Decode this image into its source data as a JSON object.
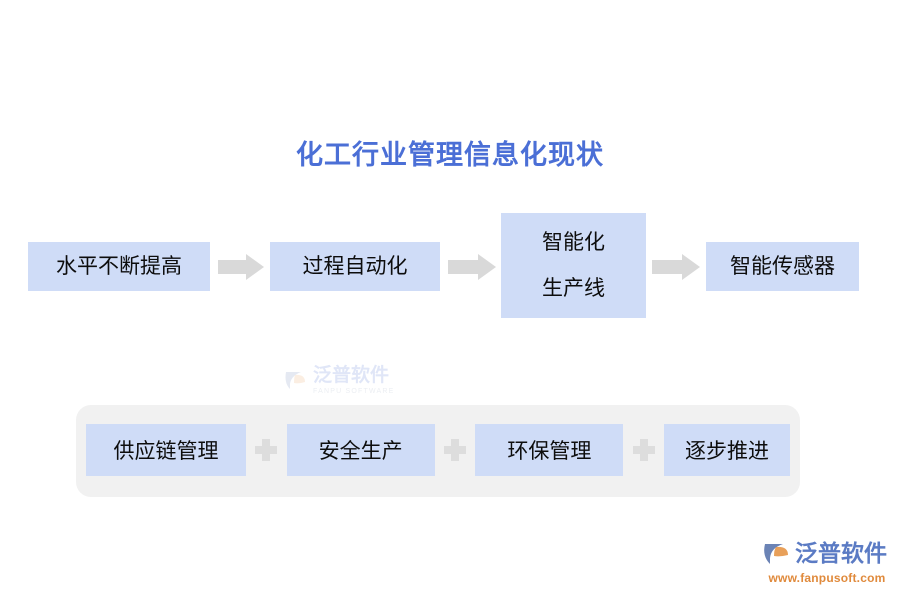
{
  "page": {
    "title": "化工行业管理信息化现状",
    "title_color": "#4b6fd6",
    "background": "#ffffff"
  },
  "flow": {
    "box_fill": "#cfdcf7",
    "arrow_color": "#d9d9d9",
    "steps": [
      {
        "label": "水平不断提高"
      },
      {
        "label": "过程自动化"
      },
      {
        "label_line1": "智能化",
        "label_line2": "生产线"
      },
      {
        "label": "智能传感器"
      }
    ],
    "arrows": [
      {
        "name": "arrow-1"
      },
      {
        "name": "arrow-2"
      },
      {
        "name": "arrow-3"
      }
    ]
  },
  "bottom": {
    "panel_fill": "#f1f1f1",
    "tag_fill": "#cfdcf7",
    "separator": "+",
    "separator_color": "#dddddd",
    "tags": [
      {
        "label": "供应链管理"
      },
      {
        "label": "安全生产"
      },
      {
        "label": "环保管理"
      },
      {
        "label": "逐步推进"
      }
    ]
  },
  "watermark": {
    "name_cn": "泛普软件",
    "name_en": "FANPU SOFTWARE"
  },
  "logo": {
    "name_cn": "泛普软件",
    "url": "www.fanpusoft.com",
    "mark_blue": "#6b83b5",
    "mark_orange": "#e8a05a"
  }
}
